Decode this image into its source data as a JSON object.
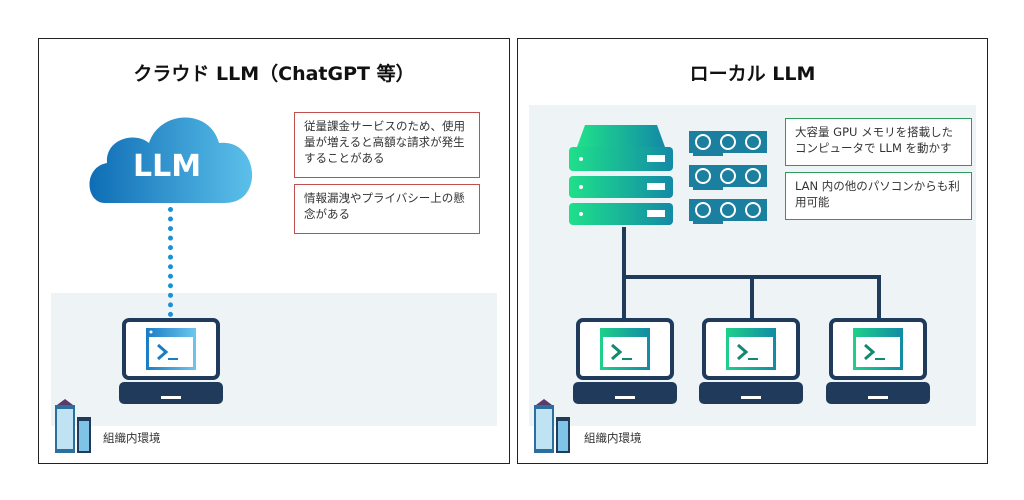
{
  "cloud_panel": {
    "title": "クラウド LLM（ChatGPT 等）",
    "cloud_label": "LLM",
    "notes": [
      "従量課金サービスのため、使用量が増えると高額な請求が発生することがある",
      "情報漏洩やプライバシー上の懸念がある"
    ],
    "zone_label": "組織内環境"
  },
  "local_panel": {
    "title": "ローカル LLM",
    "notes": [
      "大容量 GPU メモリを搭載したコンピュータで LLM を動かす",
      "LAN 内の他のパソコンからも利用可能"
    ],
    "zone_label": "組織内環境"
  },
  "colors": {
    "cloud_blue": "#1a7cc4",
    "green": "#1fd08a",
    "navy": "#1f3a5a",
    "note_red": "#c0504d",
    "note_green": "#2e9a5a"
  }
}
